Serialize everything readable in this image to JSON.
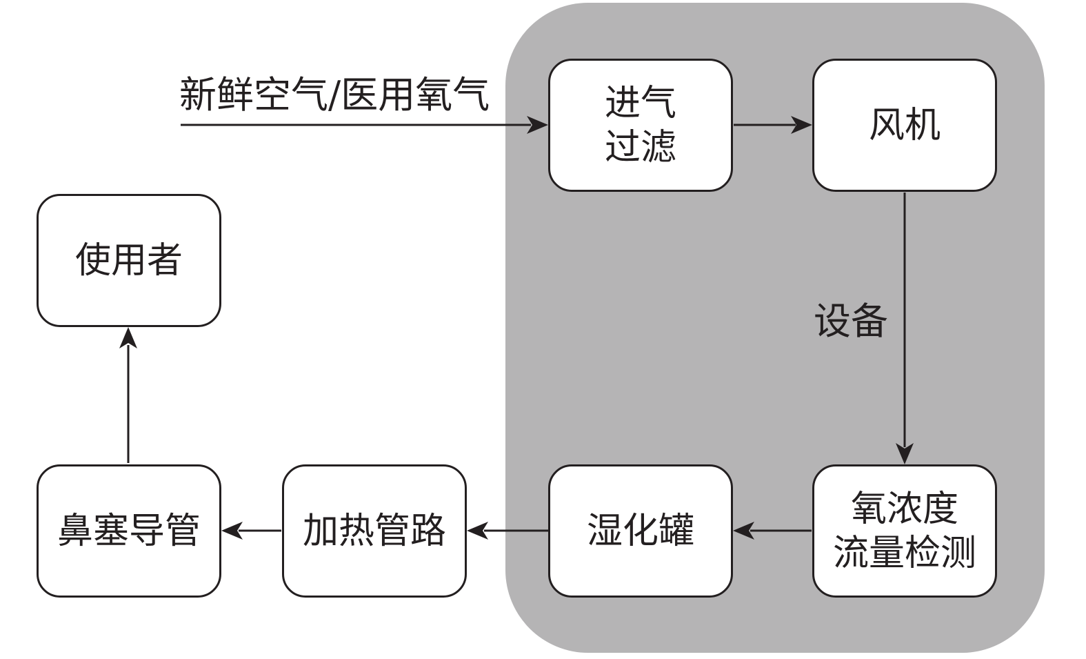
{
  "diagram": {
    "input_label": "新鲜空气/医用氧气",
    "region_label": "设备",
    "colors": {
      "region_fill": "#b5b4b5",
      "box_border": "#231f20",
      "box_fill": "#ffffff",
      "arrow": "#231f20"
    },
    "nodes": {
      "intake_filter": "进气\n过滤",
      "blower": "风机",
      "oxygen_flow_sensor": "氧浓度\n流量检测",
      "humidifier": "湿化罐",
      "heated_tube": "加热管路",
      "nasal_cannula": "鼻塞导管",
      "user": "使用者"
    },
    "edges": [
      {
        "from": "input",
        "to": "intake_filter"
      },
      {
        "from": "intake_filter",
        "to": "blower"
      },
      {
        "from": "blower",
        "to": "oxygen_flow_sensor"
      },
      {
        "from": "oxygen_flow_sensor",
        "to": "humidifier"
      },
      {
        "from": "humidifier",
        "to": "heated_tube"
      },
      {
        "from": "heated_tube",
        "to": "nasal_cannula"
      },
      {
        "from": "nasal_cannula",
        "to": "user"
      }
    ]
  }
}
